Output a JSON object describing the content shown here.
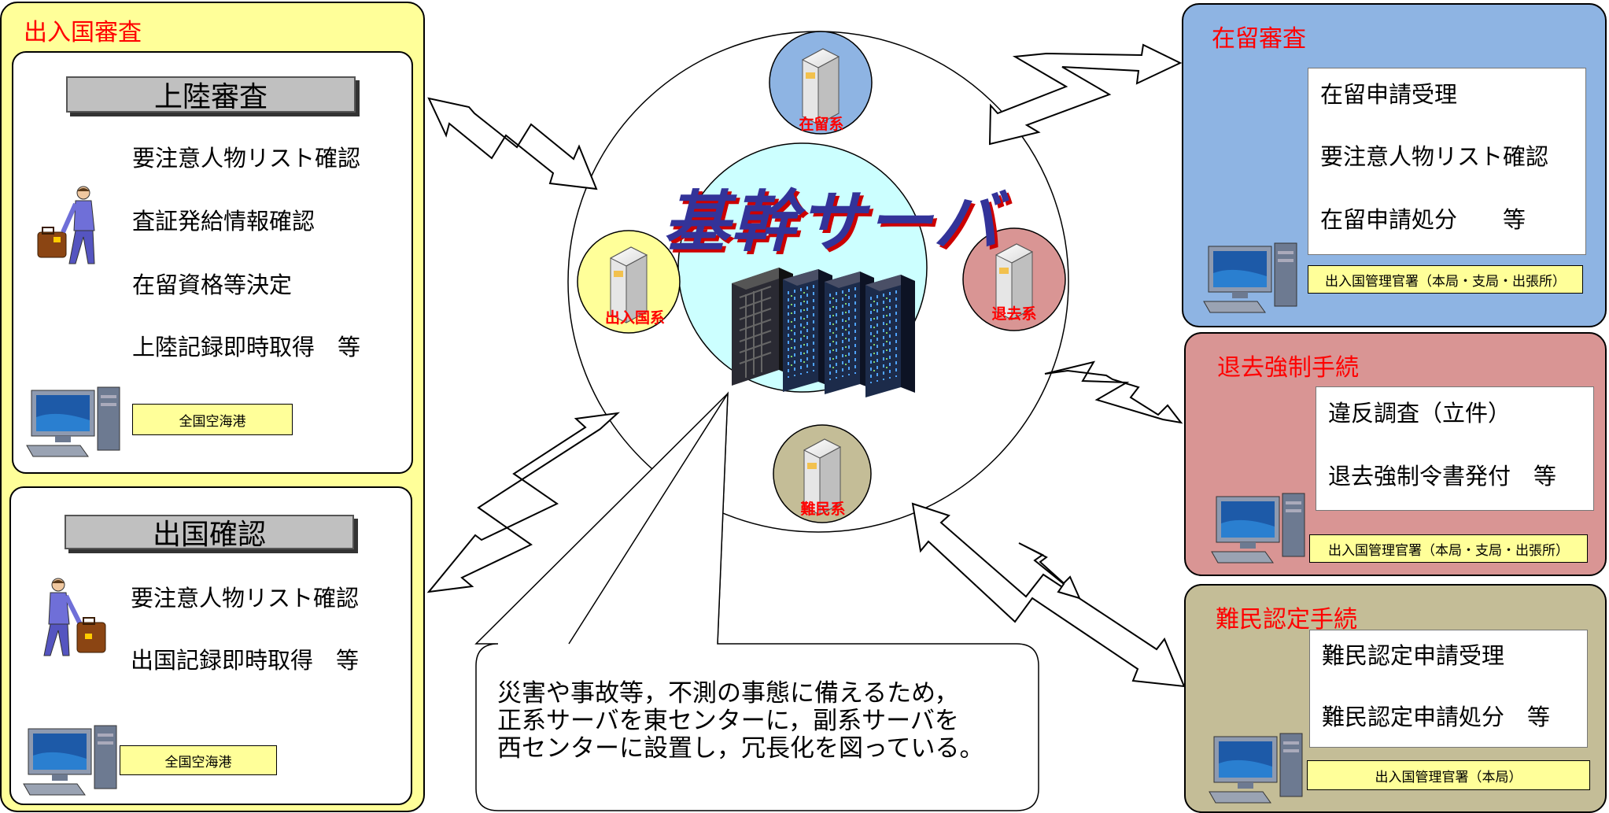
{
  "left": {
    "title": "出入国審査",
    "landing": {
      "heading": "上陸審査",
      "items": [
        "要注意人物リスト確認",
        "査証発給情報確認",
        "在留資格等決定",
        "上陸記録即時取得　等"
      ],
      "location": "全国空海港"
    },
    "departure": {
      "heading": "出国確認",
      "items": [
        "要注意人物リスト確認",
        "出国記録即時取得　等"
      ],
      "location": "全国空海港"
    }
  },
  "center": {
    "title": "基幹サーバ",
    "subsystems": {
      "top": "在留系",
      "left": "出入国系",
      "right": "退去系",
      "bottom": "難民系"
    },
    "note": "災害や事故等，不測の事態に備えるため，\n正系サーバを東センターに，副系サーバを\n西センターに設置し，冗長化を図っている。"
  },
  "right": {
    "residence": {
      "title": "在留審査",
      "items": [
        "在留申請受理",
        "要注意人物リスト確認",
        "在留申請処分　　等"
      ],
      "location": "出入国管理官署（本局・支局・出張所）"
    },
    "deportation": {
      "title": "退去強制手続",
      "items": [
        "違反調査（立件）",
        "退去強制令書発付　等"
      ],
      "location": "出入国管理官署（本局・支局・出張所）"
    },
    "refugee": {
      "title": "難民認定手続",
      "items": [
        "難民認定申請受理",
        "難民認定申請処分　等"
      ],
      "location": "出入国管理官署（本局）"
    }
  },
  "colors": {
    "left_panel": "#ffff99",
    "residence_panel": "#8eb4e3",
    "deportation_panel": "#d99594",
    "refugee_panel": "#c4bd97",
    "inner_circle": "#ccffff",
    "title_text": "#333399",
    "title_shadow": "#cc0000",
    "red_text": "#ff0000"
  }
}
